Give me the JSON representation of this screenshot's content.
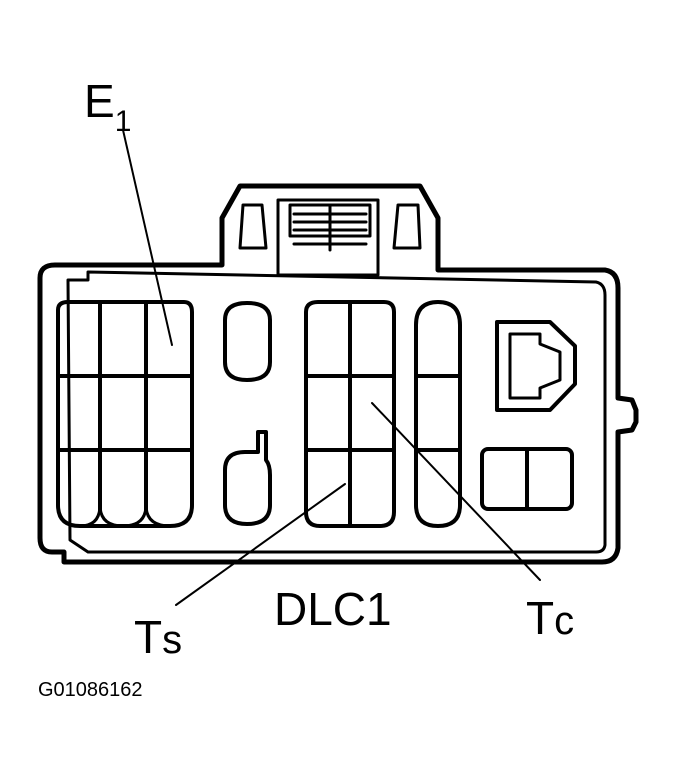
{
  "diagram": {
    "labels": {
      "e_main": "E",
      "e_sub": "1",
      "ts_main": "T",
      "ts_sub": "s",
      "tc_main": "T",
      "tc_sub": "c",
      "connector_name": "DLC1"
    },
    "figure_code": "G01086162",
    "colors": {
      "line": "#000000",
      "background": "#ffffff"
    }
  }
}
